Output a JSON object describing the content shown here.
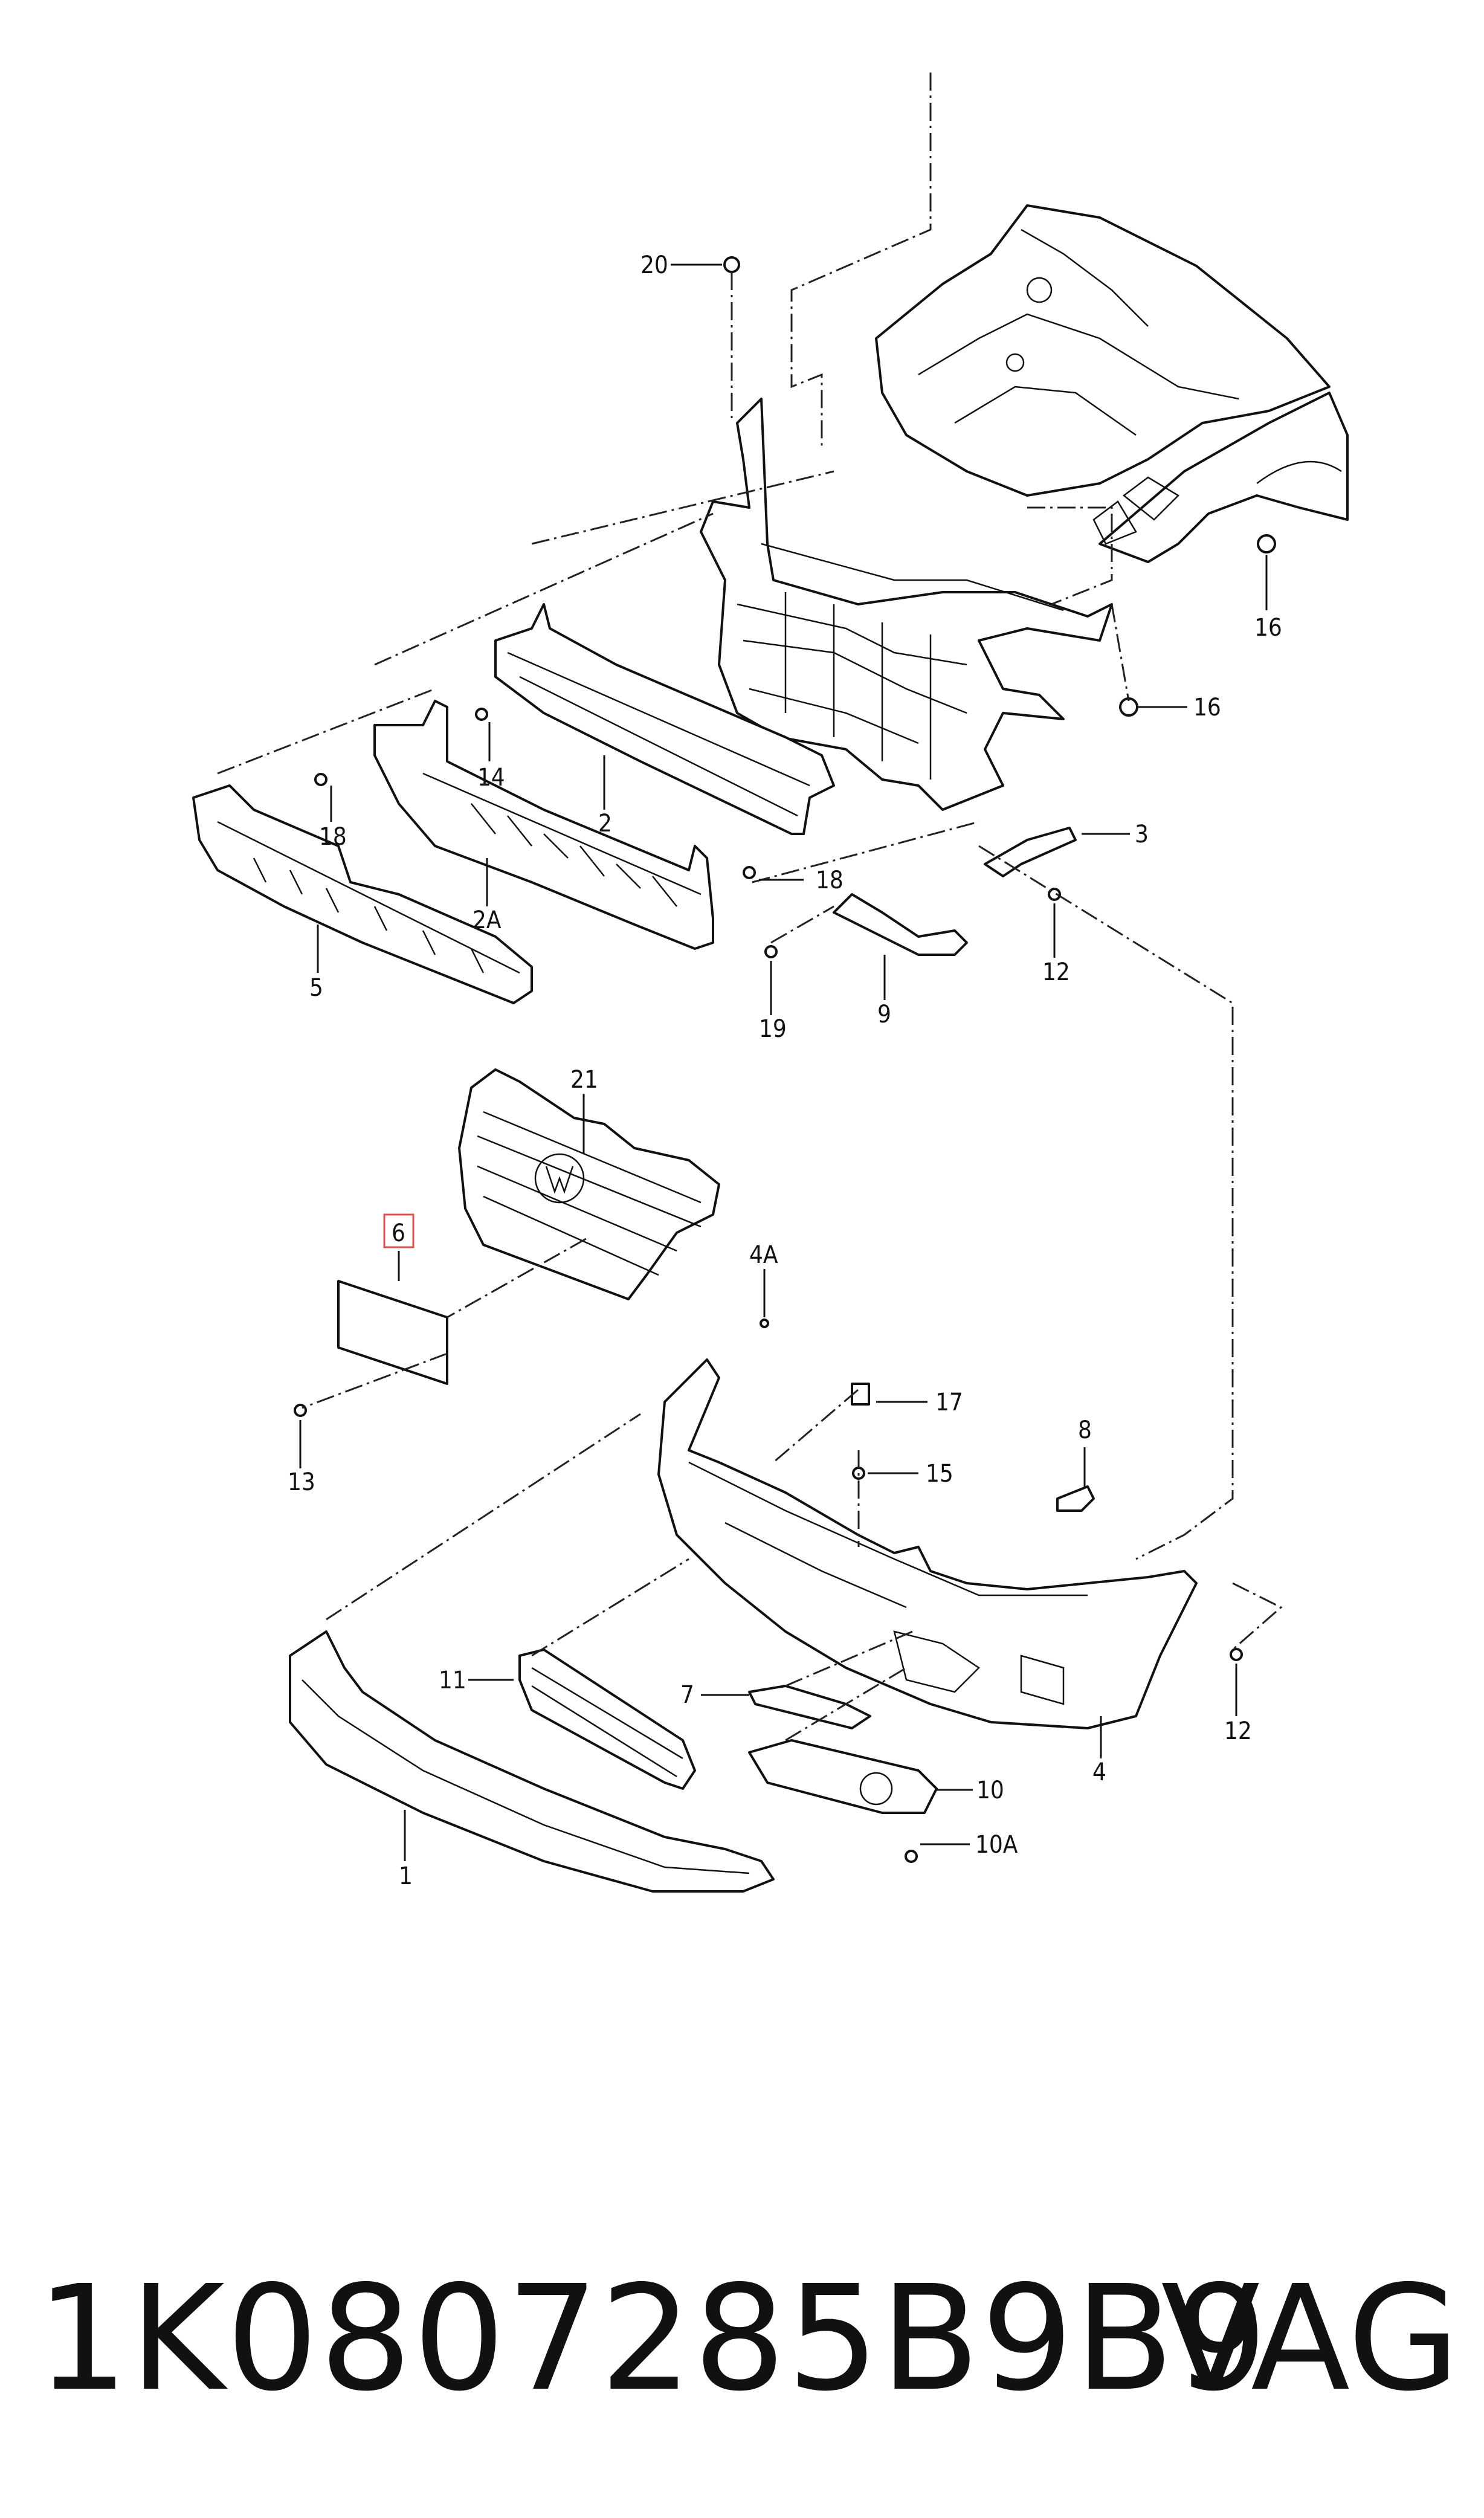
{
  "callouts": {
    "c20": "20",
    "c16a": "16",
    "c16b": "16",
    "c2": "2",
    "c14": "14",
    "c18a": "18",
    "c2A": "2A",
    "c5": "5",
    "c3": "3",
    "c18b": "18",
    "c12a": "12",
    "c19": "19",
    "c9": "9",
    "c21": "21",
    "c6": "6",
    "c4A": "4A",
    "c13": "13",
    "c17": "17",
    "c15": "15",
    "c8": "8",
    "c11": "11",
    "c7": "7",
    "c12b": "12",
    "c4": "4",
    "c10": "10",
    "c10A": "10A",
    "c1": "1"
  },
  "footer": {
    "part_number": "1K0807285B9B9",
    "brand": "VAG"
  },
  "highlight_color": "#d9534f"
}
